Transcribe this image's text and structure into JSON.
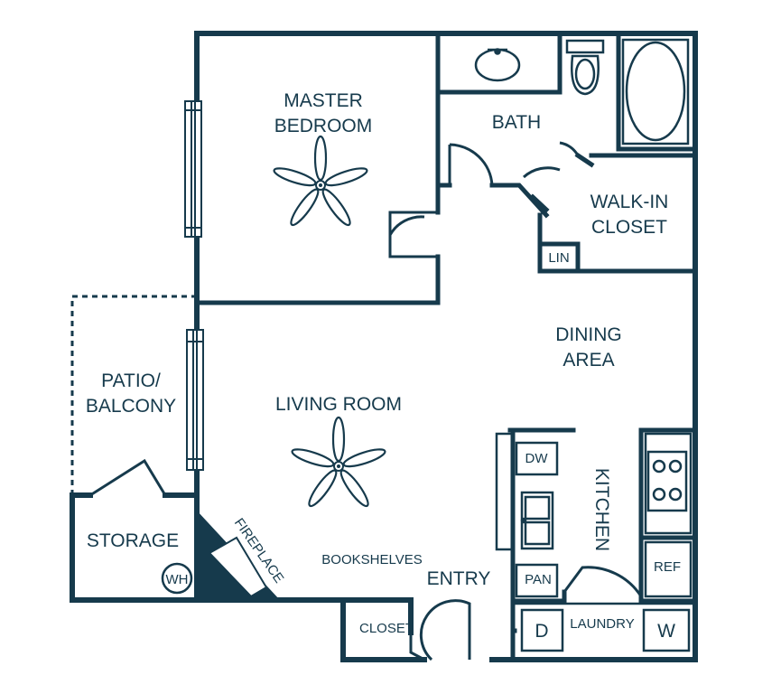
{
  "plan": {
    "wall_color": "#163a4c",
    "background": "#ffffff",
    "rooms": {
      "master_bedroom_l1": "MASTER",
      "master_bedroom_l2": "BEDROOM",
      "bath": "BATH",
      "walk_in_closet_l1": "WALK-IN",
      "walk_in_closet_l2": "CLOSET",
      "lin": "LIN",
      "dining_l1": "DINING",
      "dining_l2": "AREA",
      "patio_l1": "PATIO/",
      "patio_l2": "BALCONY",
      "living_room": "LIVING ROOM",
      "storage": "STORAGE",
      "wh": "WH",
      "fireplace": "FIREPLACE",
      "bookshelves": "BOOKSHELVES",
      "entry": "ENTRY",
      "closet": "CLOSET",
      "kitchen": "KITCHEN",
      "dw": "DW",
      "pan": "PAN",
      "ref": "REF",
      "laundry": "LAUNDRY",
      "dryer": "D",
      "washer": "W"
    },
    "icons": [
      "ceiling-fan-icon",
      "sink-icon",
      "toilet-icon",
      "bathtub-icon",
      "stove-icon",
      "double-sink-icon",
      "door-swing-icon",
      "window-icon"
    ]
  }
}
